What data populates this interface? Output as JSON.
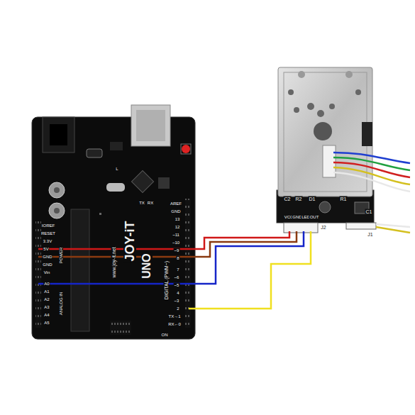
{
  "diagram": {
    "labels": [
      "IOREF",
      "RESET",
      "3.3V",
      "5V",
      "GND",
      "GND",
      "Vin",
      "A0",
      "A1",
      "A2",
      "A3",
      "A4",
      "A5",
      "POWER",
      "ANALOG IN",
      "AREF",
      "GND",
      "13",
      "12",
      "~11",
      "~10",
      "~9",
      "8",
      "7",
      "~6",
      "~5",
      "4",
      "~3",
      "2",
      "TX→1",
      "RX←0",
      "DIGITAL (PWM~)",
      "UNO",
      "JOY-iT",
      "www.joy-it.net",
      "ON",
      "L",
      "TX",
      "RX",
      "C2",
      "R2",
      "D1",
      "R1",
      "C1",
      "J2",
      "J1",
      "VCC",
      "GND",
      "LED",
      "OUT"
    ]
  }
}
